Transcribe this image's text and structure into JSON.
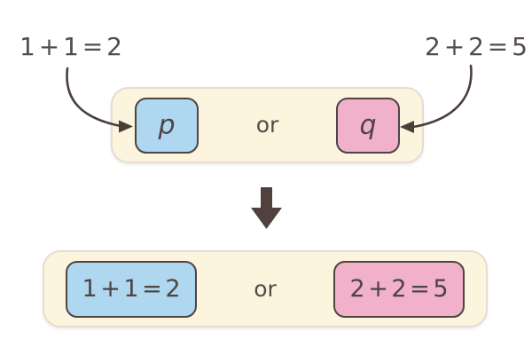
{
  "figure": {
    "top_left_label": "1 + 1 = 2",
    "top_right_label": "2 + 2 = 5",
    "abstract_statement": {
      "left_box": "p",
      "connector": "or",
      "right_box": "q"
    },
    "substituted_statement": {
      "left_box": "1 + 1 = 2",
      "connector": "or",
      "right_box": "2 + 2 = 5"
    }
  },
  "colors": {
    "background": "#ffffff",
    "container_fill": "#FCF4DD",
    "container_border": "#E7DBD3",
    "blue_box_fill": "#AFD7F0",
    "pink_box_fill": "#F2B1CA",
    "box_border": "#4D4444",
    "text": "#564B4B",
    "arrow": "#4A3E3B"
  },
  "icons": {
    "curved_arrow_left": "curved-arrow-pointing-right",
    "curved_arrow_right": "curved-arrow-pointing-left",
    "down_arrow": "thick-down-arrow"
  }
}
